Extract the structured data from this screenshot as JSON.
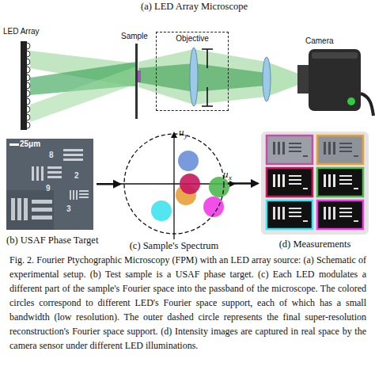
{
  "diagram": {
    "caption": "Fig. 2.  Fourier Ptychographic Microscopy (FPM) with an LED array source: (a) Schematic of experimental setup. (b) Test sample is a USAF phase target. (c) Each LED modulates a different part of the sample's Fourier space into the passband of the microscope. The colored circles correspond to different LED's Fourier space support, each of which has a small bandwidth (low resolution). The outer dashed circle represents the final super-resolution reconstruction's Fourier space support. (d) Intensity images are captured in real space by the camera sensor under different LED illuminations.",
    "nodes": [
      {
        "text": [
          "Objective"
        ]
      },
      {
        "text": [
          "25μm",
          "(b) USAF Phase Target"
        ]
      },
      {
        "text": [
          "(c) Sample's Spectrum"
        ]
      },
      {
        "text": [
          "(d) Measurements"
        ]
      }
    ],
    "edges": [
      {
        "from": 1,
        "to": 2,
        "arrow": "to"
      },
      {
        "from": 2,
        "to": 3,
        "arrow": "to"
      }
    ],
    "labels": [
      "(a) LED Array Microscope",
      "LED Array",
      "Sample",
      "Camera",
      "8",
      "9",
      "2",
      "3",
      "u",
      "y",
      "u",
      "x"
    ]
  }
}
